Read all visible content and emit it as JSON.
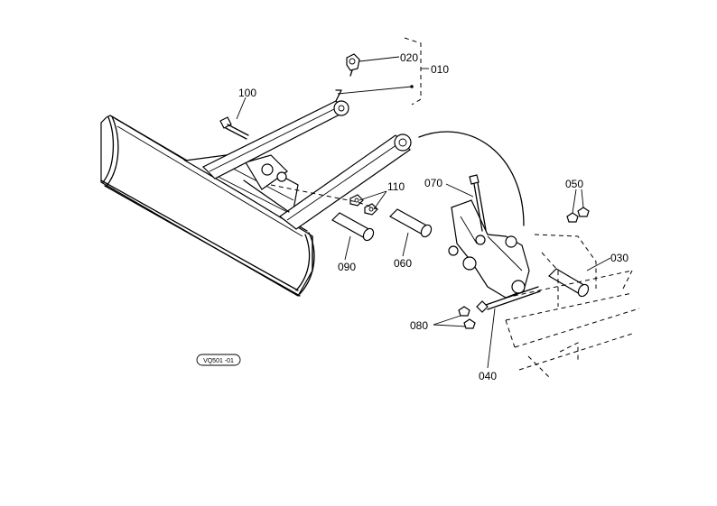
{
  "callouts": [
    {
      "id": "010",
      "text": "010"
    },
    {
      "id": "020",
      "text": "020"
    },
    {
      "id": "030",
      "text": "030"
    },
    {
      "id": "040",
      "text": "040"
    },
    {
      "id": "050",
      "text": "050"
    },
    {
      "id": "060",
      "text": "060"
    },
    {
      "id": "070",
      "text": "070"
    },
    {
      "id": "080",
      "text": "080"
    },
    {
      "id": "090",
      "text": "090"
    },
    {
      "id": "100",
      "text": "100"
    },
    {
      "id": "110",
      "text": "110"
    }
  ],
  "figure_ref": "VQ501 -01"
}
